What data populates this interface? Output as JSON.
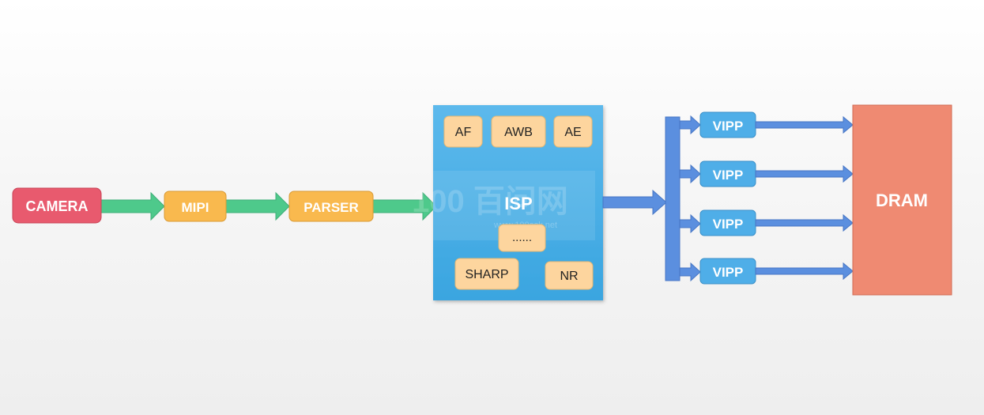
{
  "source_chain": {
    "camera": "CAMERA",
    "mipi": "MIPI",
    "parser": "PARSER"
  },
  "isp": {
    "title": "ISP",
    "modules": [
      "AF",
      "AWB",
      "AE",
      "......",
      "SHARP",
      "NR"
    ]
  },
  "vipp": [
    "VIPP",
    "VIPP",
    "VIPP",
    "VIPP"
  ],
  "dram": "DRAM",
  "watermark": {
    "logo": "100 百问网",
    "url": "www.100ask.net"
  },
  "colors": {
    "camera": "#e85a6e",
    "stage": "#f9b94e",
    "module": "#fdd59e",
    "isp": "#4fb0e6",
    "vipp": "#4faee8",
    "dram": "#ef8a72",
    "green_arrow": "#4ec98b",
    "blue_arrow": "#5b8fdf"
  }
}
